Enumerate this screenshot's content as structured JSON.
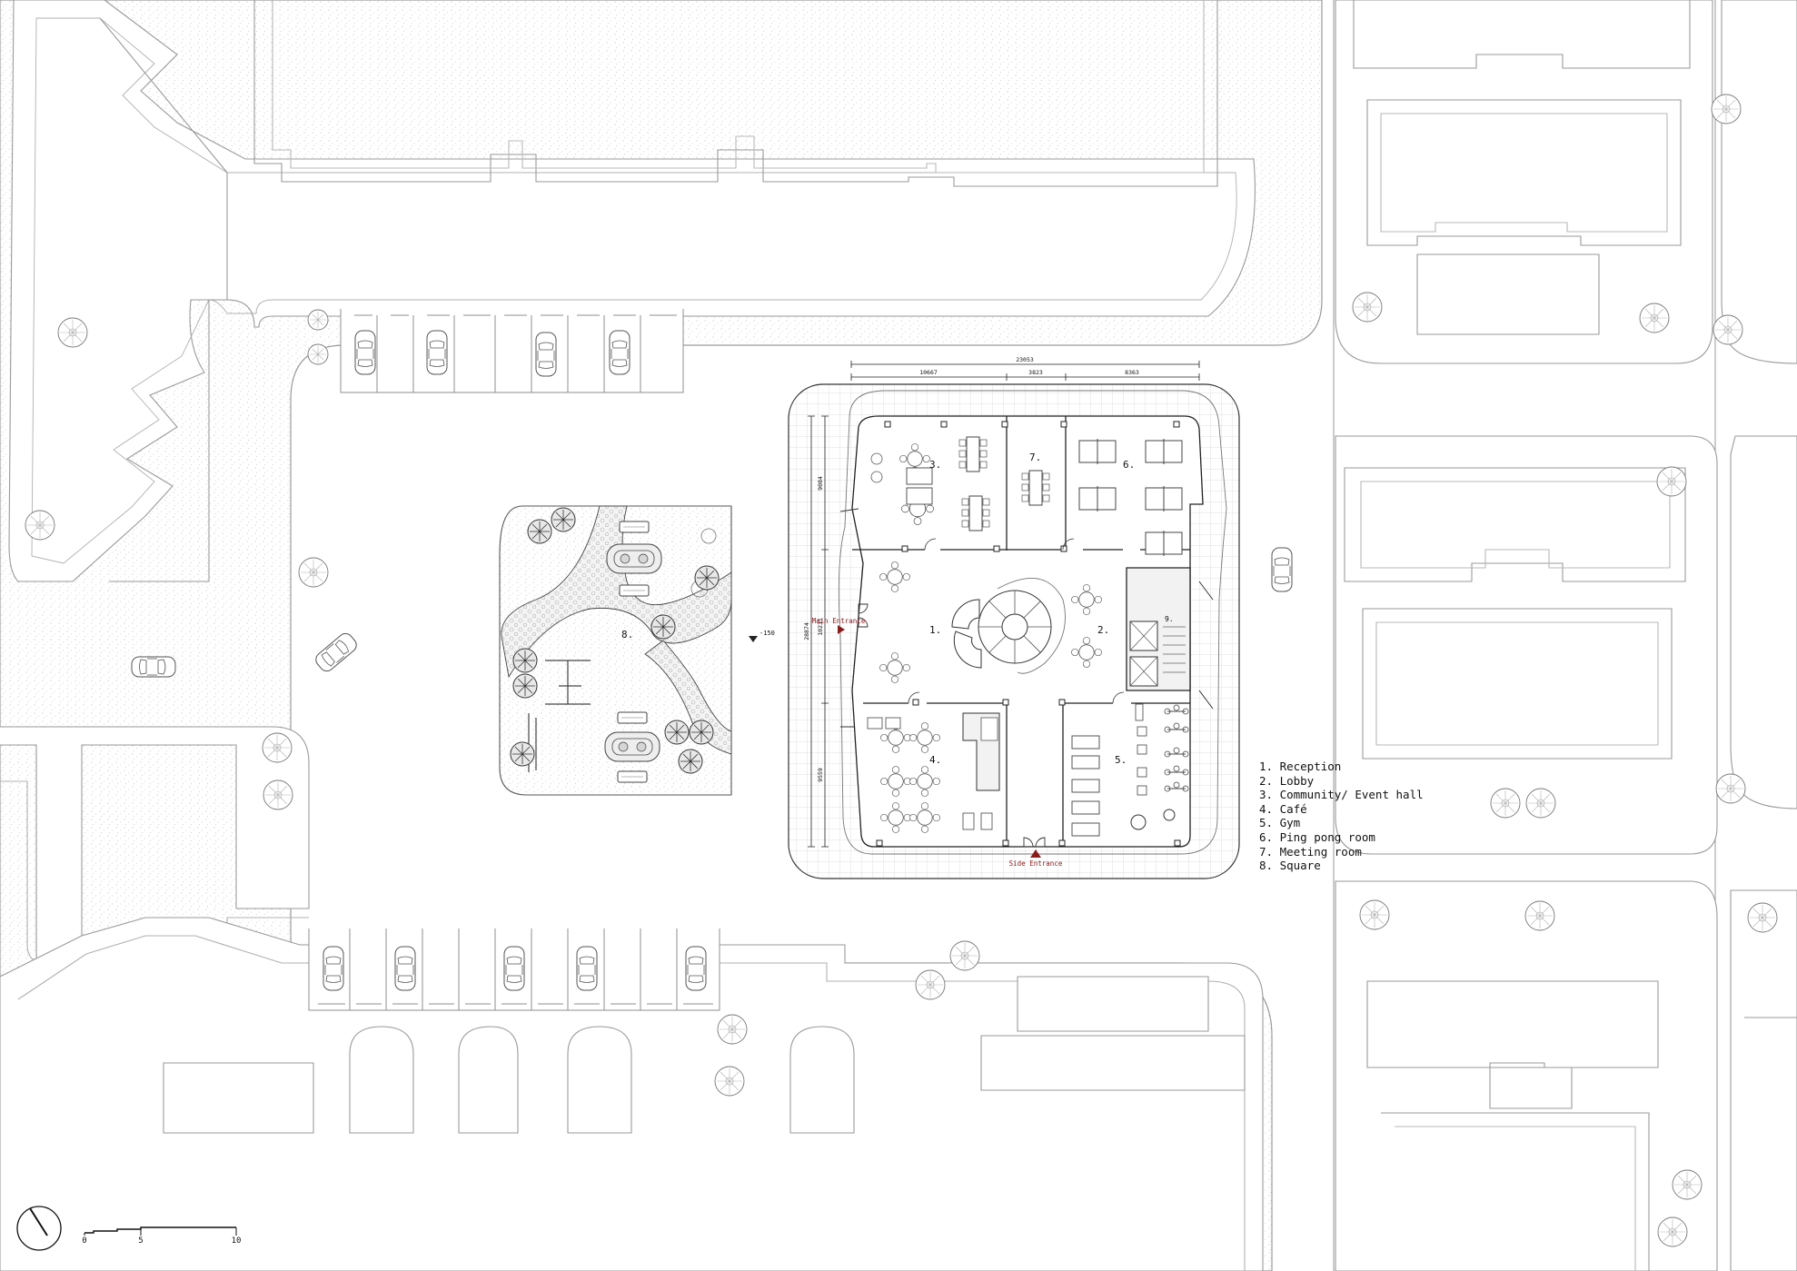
{
  "colors": {
    "background": "#ffffff",
    "line": "#9a9a9a",
    "ink": "#111111",
    "hatch": "#c9c9c9",
    "grid": "#d4d4d4",
    "accent": "#8a1c1c"
  },
  "plan": {
    "room_numbers": [
      "1.",
      "2.",
      "3.",
      "4.",
      "5.",
      "6.",
      "7.",
      "8.",
      "9."
    ],
    "entrances": {
      "main": "Main Entrance",
      "side": "Side Entrance"
    },
    "dimensions": {
      "overall_width": "23053",
      "segments": [
        "10667",
        "3823",
        "8363"
      ],
      "overall_depth": "28874",
      "depth_segments": [
        "9084",
        "10231",
        "9559"
      ],
      "level": "-150"
    }
  },
  "legend": {
    "items": [
      "1. Reception",
      "2. Lobby",
      "3. Community/ Event hall",
      "4. Café",
      "5. Gym",
      "6. Ping pong room",
      "7. Meeting room",
      "8. Square"
    ]
  },
  "scale_bar": {
    "labels": [
      "0",
      "5",
      "10"
    ]
  },
  "icons": {
    "north_arrow": "north-arrow-icon",
    "car": "car-icon",
    "tree": "tree-icon"
  }
}
